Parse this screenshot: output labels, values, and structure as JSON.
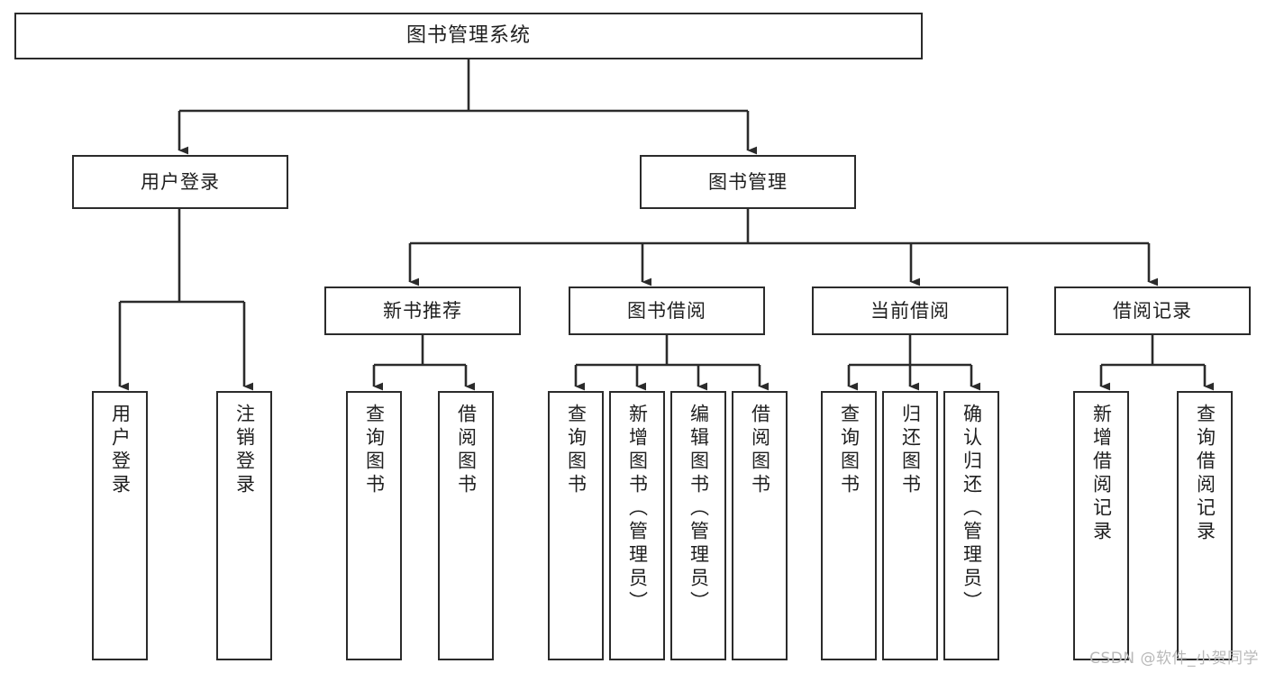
{
  "diagram": {
    "title": "图书管理系统",
    "type": "tree-hierarchy-chart",
    "colors": {
      "box_border": "#2b2b2b",
      "box_fill": "#ffffff",
      "edge": "#2b2b2b",
      "text": "#1f1f1f",
      "watermark": "#b9b9b9",
      "background": "#ffffff"
    },
    "watermark": "CSDN @软件_小贺同学",
    "root": {
      "label": "图书管理系统"
    },
    "level1": [
      {
        "label": "用户登录"
      },
      {
        "label": "图书管理"
      }
    ],
    "level2": [
      {
        "label": "新书推荐"
      },
      {
        "label": "图书借阅"
      },
      {
        "label": "当前借阅"
      },
      {
        "label": "借阅记录"
      }
    ],
    "leaves": {
      "user_login": [
        {
          "label": "用户登录"
        },
        {
          "label": "注销登录"
        }
      ],
      "new_book_recommend": [
        {
          "label": "查询图书"
        },
        {
          "label": "借阅图书"
        }
      ],
      "book_borrow": [
        {
          "label": "查询图书"
        },
        {
          "label": "新增图书（管理员）"
        },
        {
          "label": "编辑图书（管理员）"
        },
        {
          "label": "借阅图书"
        }
      ],
      "current_borrow": [
        {
          "label": "查询图书"
        },
        {
          "label": "归还图书"
        },
        {
          "label": "确认归还（管理员）"
        }
      ],
      "borrow_record": [
        {
          "label": "新增借阅记录"
        },
        {
          "label": "查询借阅记录"
        }
      ]
    }
  }
}
